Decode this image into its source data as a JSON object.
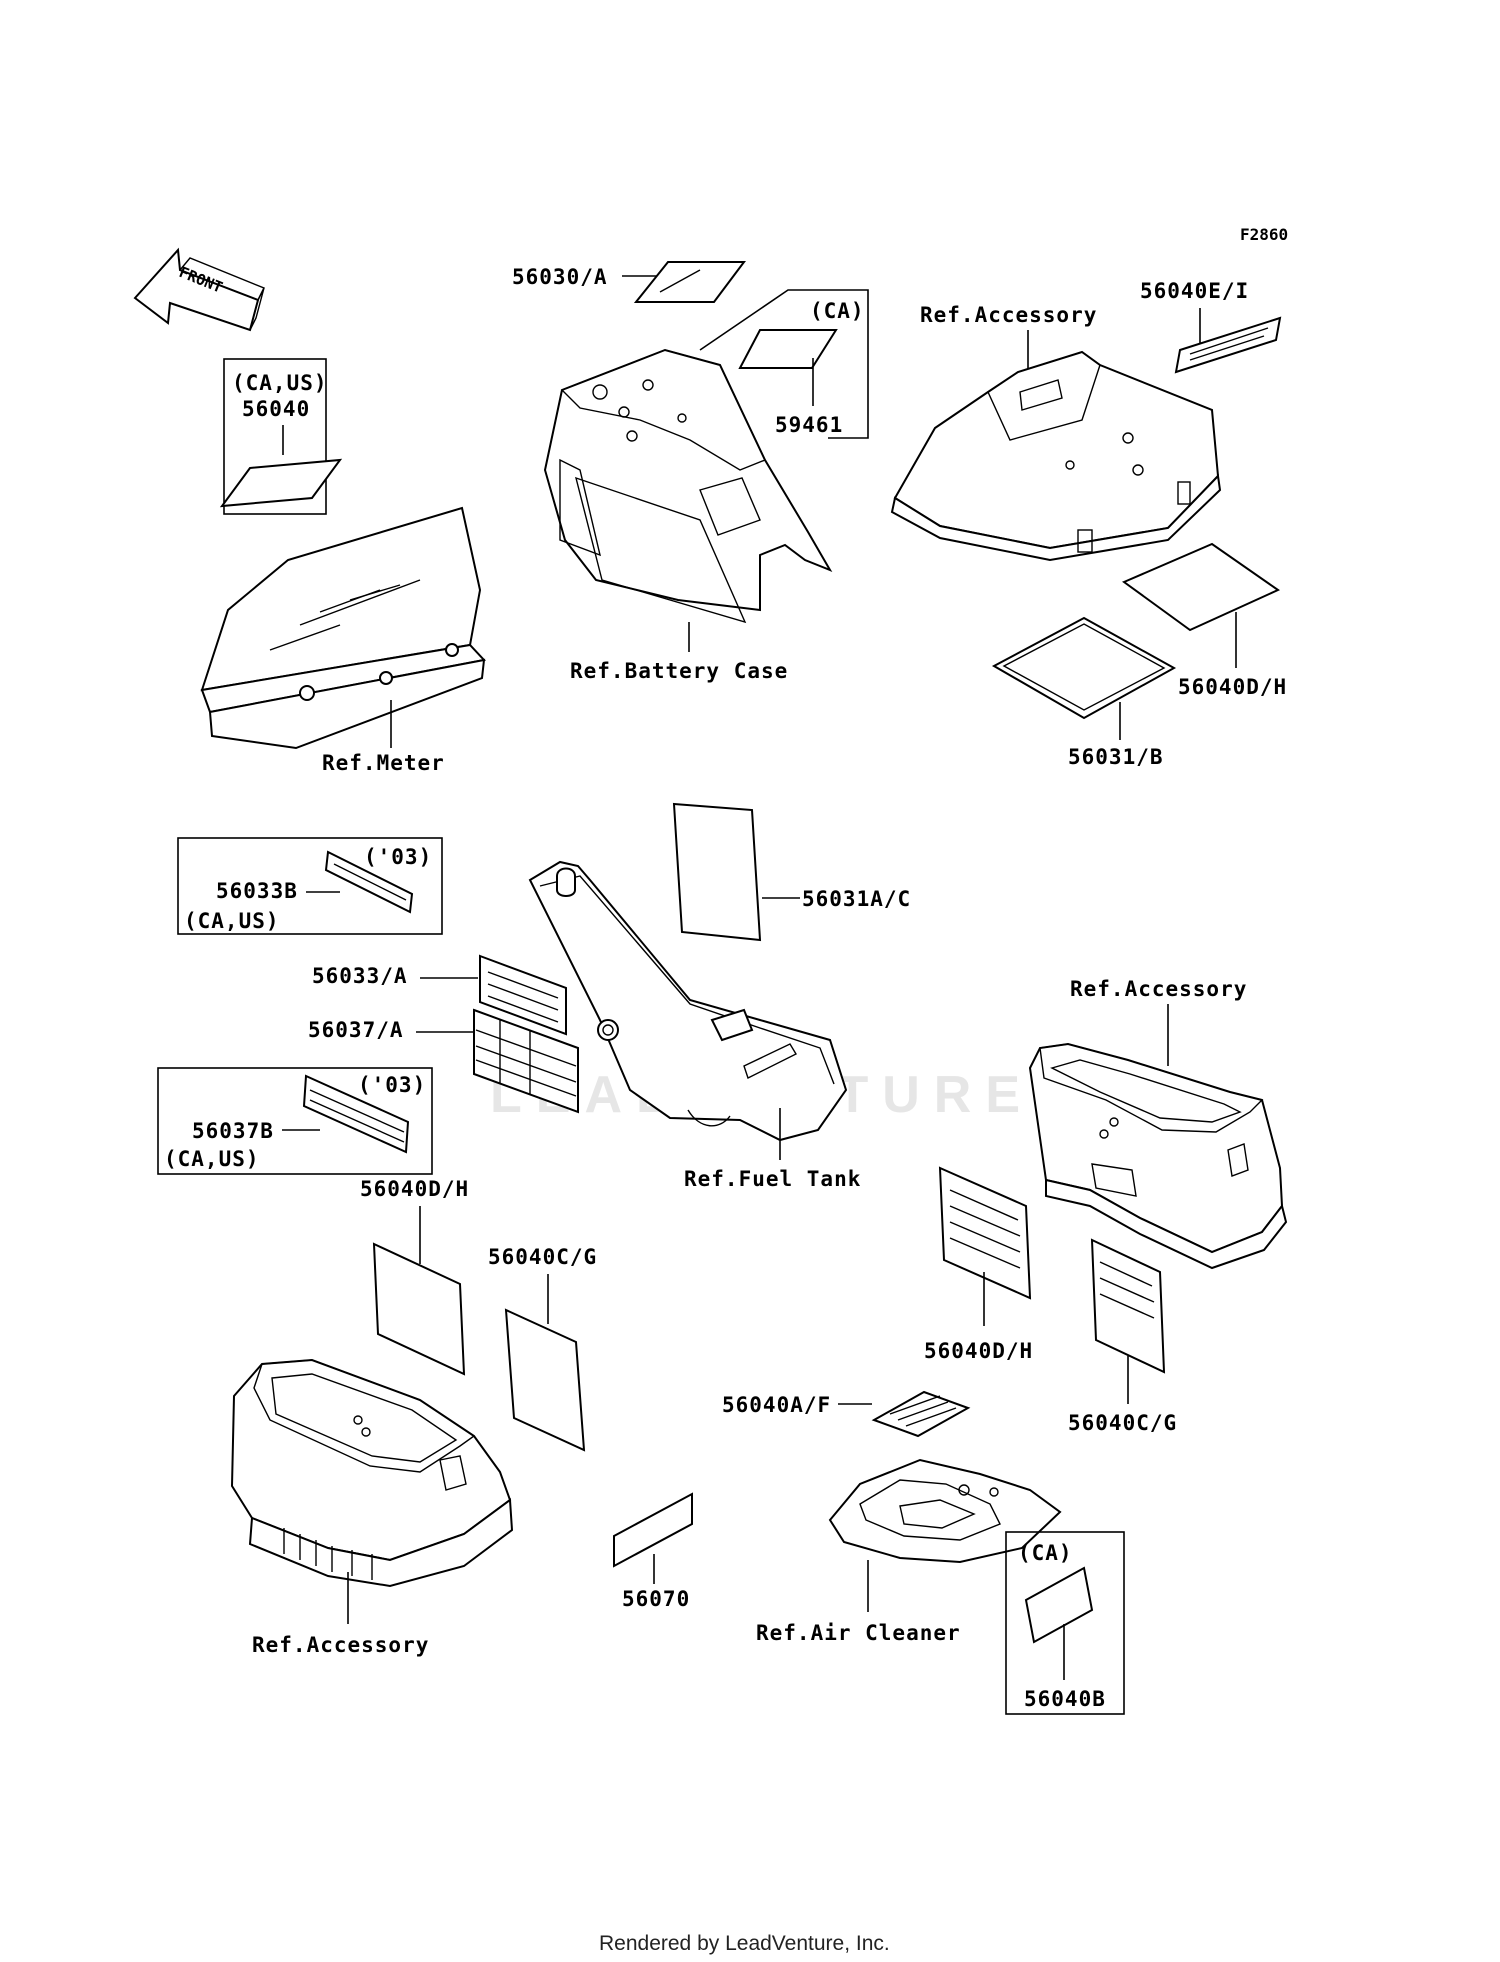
{
  "figure_code": "F2860",
  "front_arrow": "FRONT",
  "watermark": "LEADVENTURE",
  "credit": "Rendered by LeadVenture, Inc.",
  "labels": {
    "p56030A": "56030/A",
    "ca_top": "(CA)",
    "p59461": "59461",
    "ref_accessory_top": "Ref.Accessory",
    "p56040EI": "56040E/I",
    "ca_us_box": "(CA,US)",
    "p56040_box": "56040",
    "ref_battery_case": "Ref.Battery Case",
    "ref_meter": "Ref.Meter",
    "p56040DH_top": "56040D/H",
    "p56031B": "56031/B",
    "y03_a": "('03)",
    "p56033B": "56033B",
    "ca_us_a": "(CA,US)",
    "p56031AC": "56031A/C",
    "p56033A": "56033/A",
    "p56037A": "56037/A",
    "y03_b": "('03)",
    "p56037B": "56037B",
    "ca_us_b": "(CA,US)",
    "ref_fuel_tank": "Ref.Fuel Tank",
    "ref_accessory_right": "Ref.Accessory",
    "p56040DH_left": "56040D/H",
    "p56040CG_left": "56040C/G",
    "p56040DH_mid": "56040D/H",
    "p56040CG_right": "56040C/G",
    "p56040AF": "56040A/F",
    "ca_bottom": "(CA)",
    "p56070": "56070",
    "ref_air_cleaner": "Ref.Air Cleaner",
    "ref_accessory_bottom": "Ref.Accessory",
    "p56040B": "56040B"
  }
}
